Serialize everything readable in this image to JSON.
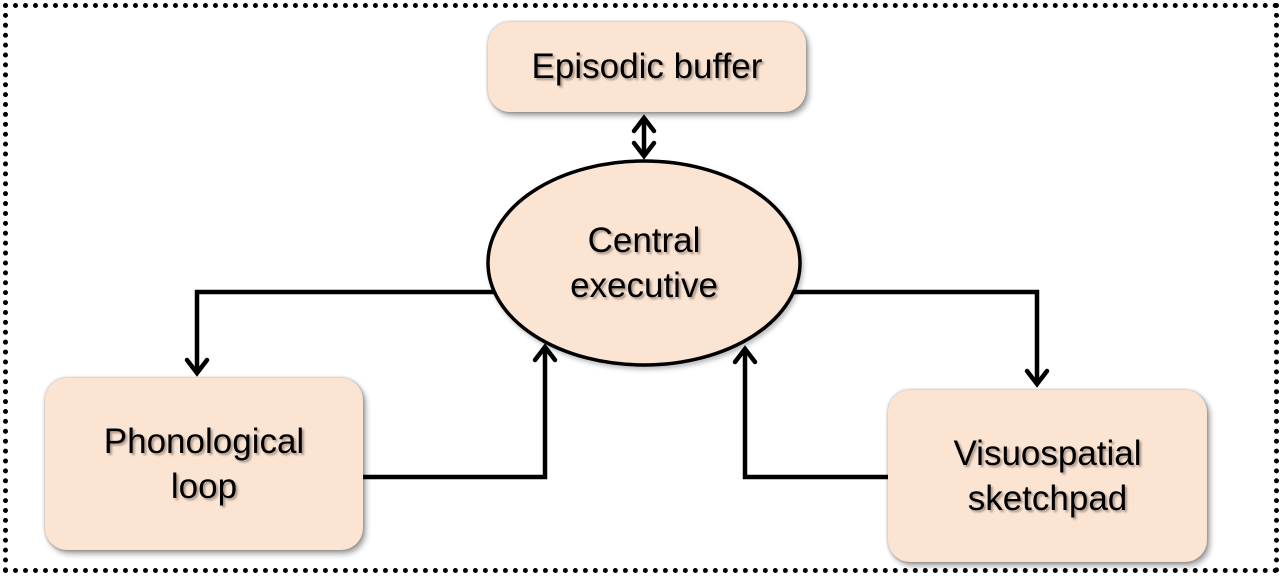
{
  "diagram": {
    "type": "flowchart",
    "nodes": {
      "episodic_buffer": {
        "label": "Episodic buffer",
        "shape": "rounded-rectangle"
      },
      "central_executive": {
        "label": "Central executive",
        "lines": [
          "Central",
          "executive"
        ],
        "shape": "ellipse"
      },
      "phonological_loop": {
        "label": "Phonological loop",
        "lines": [
          "Phonological",
          "loop"
        ],
        "shape": "rounded-rectangle"
      },
      "visuospatial_sketchpad": {
        "label": "Visuospatial sketchpad",
        "lines": [
          "Visuospatial",
          "sketchpad"
        ],
        "shape": "rounded-rectangle"
      }
    },
    "edges": [
      {
        "from": "episodic_buffer",
        "to": "central_executive",
        "style": "double-headed-arrow"
      },
      {
        "from": "central_executive",
        "to": "phonological_loop",
        "style": "arrow"
      },
      {
        "from": "central_executive",
        "to": "visuospatial_sketchpad",
        "style": "arrow"
      },
      {
        "from": "phonological_loop",
        "to": "central_executive",
        "style": "arrow"
      },
      {
        "from": "visuospatial_sketchpad",
        "to": "central_executive",
        "style": "arrow"
      }
    ],
    "colors": {
      "node_fill": "#fce4d2",
      "ellipse_stroke": "#000000",
      "connector": "#000000",
      "frame": "#000000",
      "background": "#ffffff"
    }
  }
}
